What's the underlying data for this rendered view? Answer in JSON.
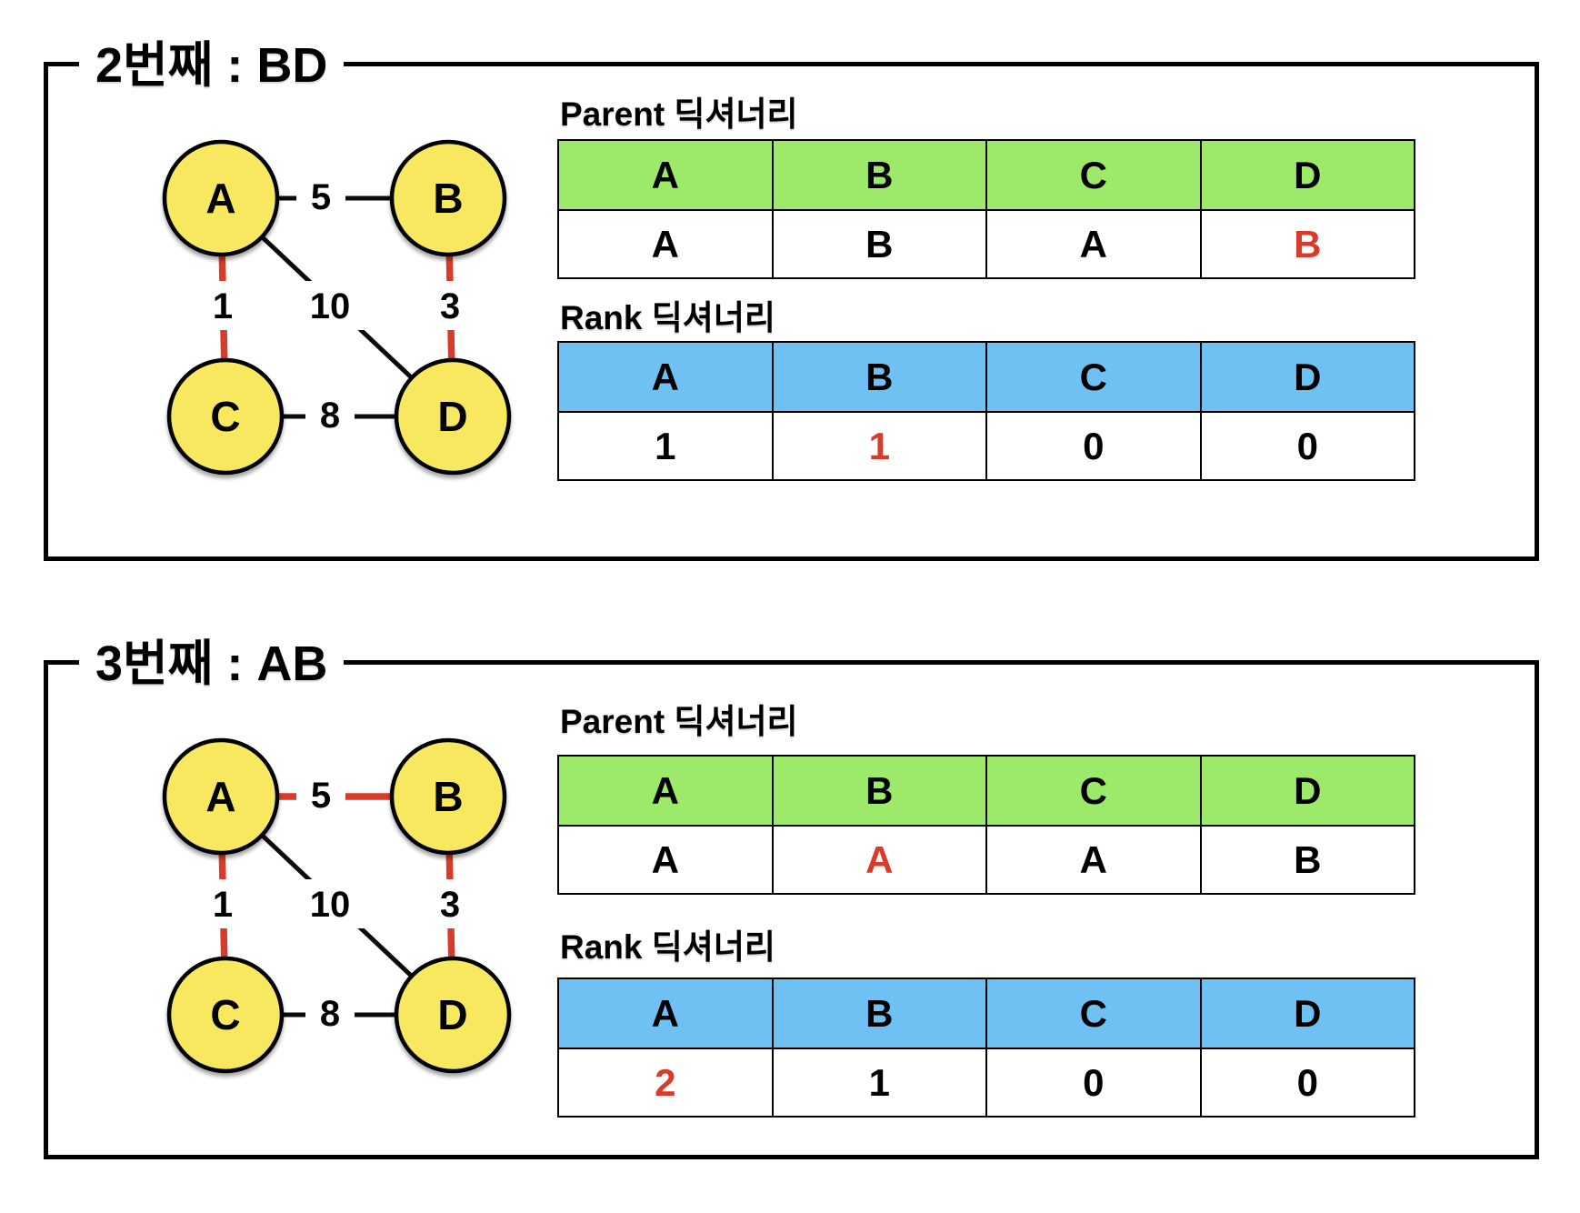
{
  "colors": {
    "green_header": "#9de96a",
    "blue_header": "#6ec1f2",
    "node_fill": "#f8e860",
    "edge_red": "#d93b2a",
    "text_red": "#d93b2a"
  },
  "panels": [
    {
      "title": "2번째 : BD",
      "nodes": {
        "a": "A",
        "b": "B",
        "c": "C",
        "d": "D"
      },
      "edges": {
        "ab": {
          "weight": "5",
          "red": false
        },
        "ac": {
          "weight": "1",
          "red": true
        },
        "ad": {
          "weight": "10",
          "red": false
        },
        "bd": {
          "weight": "3",
          "red": true
        },
        "cd": {
          "weight": "8",
          "red": false
        }
      },
      "parent_table": {
        "label": "Parent 딕셔너리",
        "headers": [
          "A",
          "B",
          "C",
          "D"
        ],
        "values": [
          {
            "text": "A",
            "red": false
          },
          {
            "text": "B",
            "red": false
          },
          {
            "text": "A",
            "red": false
          },
          {
            "text": "B",
            "red": true
          }
        ]
      },
      "rank_table": {
        "label": "Rank 딕셔너리",
        "headers": [
          "A",
          "B",
          "C",
          "D"
        ],
        "values": [
          {
            "text": "1",
            "red": false
          },
          {
            "text": "1",
            "red": true
          },
          {
            "text": "0",
            "red": false
          },
          {
            "text": "0",
            "red": false
          }
        ]
      }
    },
    {
      "title": "3번째 : AB",
      "nodes": {
        "a": "A",
        "b": "B",
        "c": "C",
        "d": "D"
      },
      "edges": {
        "ab": {
          "weight": "5",
          "red": true
        },
        "ac": {
          "weight": "1",
          "red": true
        },
        "ad": {
          "weight": "10",
          "red": false
        },
        "bd": {
          "weight": "3",
          "red": true
        },
        "cd": {
          "weight": "8",
          "red": false
        }
      },
      "parent_table": {
        "label": "Parent 딕셔너리",
        "headers": [
          "A",
          "B",
          "C",
          "D"
        ],
        "values": [
          {
            "text": "A",
            "red": false
          },
          {
            "text": "A",
            "red": true
          },
          {
            "text": "A",
            "red": false
          },
          {
            "text": "B",
            "red": false
          }
        ]
      },
      "rank_table": {
        "label": "Rank 딕셔너리",
        "headers": [
          "A",
          "B",
          "C",
          "D"
        ],
        "values": [
          {
            "text": "2",
            "red": true
          },
          {
            "text": "1",
            "red": false
          },
          {
            "text": "0",
            "red": false
          },
          {
            "text": "0",
            "red": false
          }
        ]
      }
    }
  ]
}
